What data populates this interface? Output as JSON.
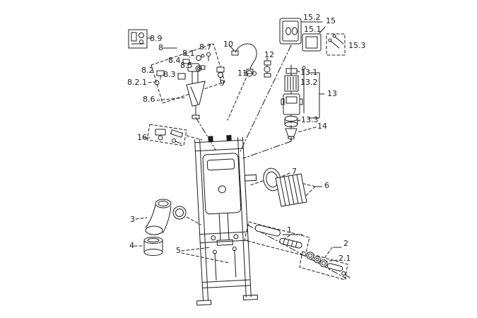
{
  "diagram": {
    "background_color": "#ffffff",
    "line_color": "#1c1c1c"
  },
  "labels": [
    {
      "id": "15.2",
      "text": "15.2"
    },
    {
      "id": "15",
      "text": "15"
    },
    {
      "id": "15.1",
      "text": "15.1"
    },
    {
      "id": "15.3",
      "text": "15.3"
    },
    {
      "id": "8.9",
      "text": "8.9"
    },
    {
      "id": "8",
      "text": "8"
    },
    {
      "id": "8.7",
      "text": "8.7"
    },
    {
      "id": "8.1",
      "text": "8.1"
    },
    {
      "id": "10",
      "text": "10"
    },
    {
      "id": "8.4",
      "text": "8.4"
    },
    {
      "id": "8.5",
      "text": "8.5"
    },
    {
      "id": "12",
      "text": "12"
    },
    {
      "id": "8.2",
      "text": "8.2"
    },
    {
      "id": "8.3",
      "text": "8.3"
    },
    {
      "id": "11",
      "text": "11"
    },
    {
      "id": "8.2.1",
      "text": "8.2.1"
    },
    {
      "id": "13.1",
      "text": "13.1"
    },
    {
      "id": "13.2",
      "text": "13.2"
    },
    {
      "id": "13",
      "text": "13"
    },
    {
      "id": "8.6",
      "text": "8.6"
    },
    {
      "id": "13.3",
      "text": "13.3"
    },
    {
      "id": "14",
      "text": "14"
    },
    {
      "id": "9",
      "text": "9"
    },
    {
      "id": "16",
      "text": "16"
    },
    {
      "id": "7",
      "text": "7"
    },
    {
      "id": "6",
      "text": "6"
    },
    {
      "id": "3",
      "text": "3"
    },
    {
      "id": "4",
      "text": "4"
    },
    {
      "id": "5",
      "text": "5"
    },
    {
      "id": "1",
      "text": "1"
    },
    {
      "id": "2",
      "text": "2"
    },
    {
      "id": "2.1",
      "text": "2.1"
    }
  ]
}
